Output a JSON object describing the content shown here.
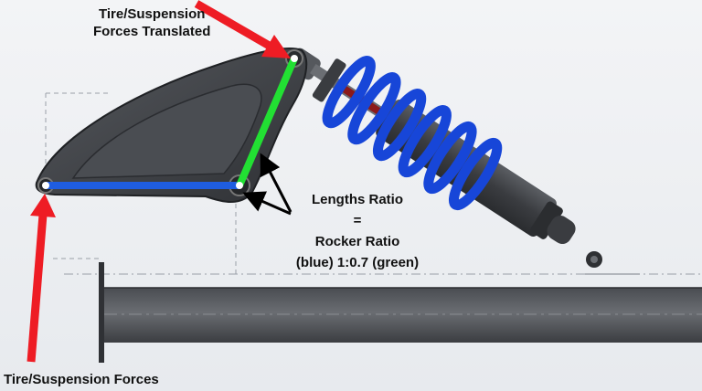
{
  "labels": {
    "top_line1": "Tire/Suspension",
    "top_line2": "Forces Translated",
    "ratio_line1": "Lengths Ratio",
    "ratio_line2": "=",
    "ratio_line3": "Rocker Ratio",
    "ratio_line4": "(blue)  1:0.7  (green)",
    "bottom": "Tire/Suspension Forces"
  },
  "colors": {
    "blue_arm": "#1f5de0",
    "green_arm": "#22e033",
    "force_arrow": "#ee1c24",
    "spring": "#1746d8",
    "rod": "#8b1a1a",
    "body": "#3c3e42"
  }
}
